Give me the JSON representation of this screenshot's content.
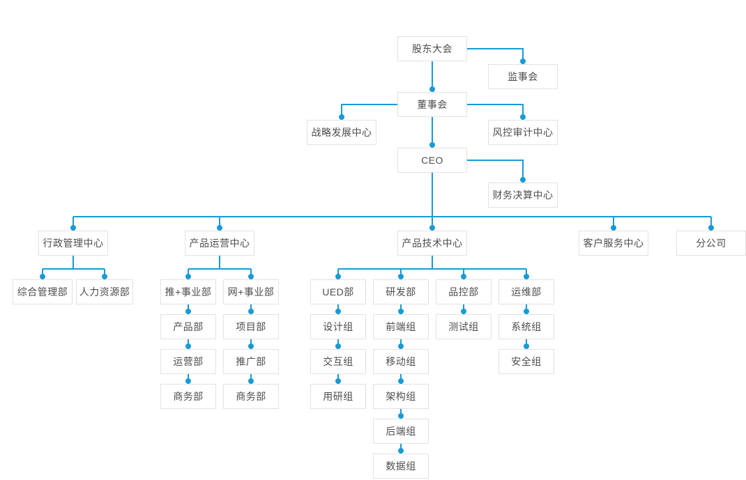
{
  "colors": {
    "line": "#189ad6",
    "node_border": "#e2e2e2",
    "node_bg": "#ffffff",
    "node_text": "#4d4d4d",
    "canvas_bg": "#ffffff"
  },
  "nodes": [
    {
      "id": "shareholders",
      "label": "股东大会"
    },
    {
      "id": "supervisory",
      "label": "监事会"
    },
    {
      "id": "board",
      "label": "董事会"
    },
    {
      "id": "strategy",
      "label": "战略发展中心"
    },
    {
      "id": "risk",
      "label": "风控审计中心"
    },
    {
      "id": "ceo",
      "label": "CEO"
    },
    {
      "id": "finance",
      "label": "财务决算中心"
    },
    {
      "id": "admin",
      "label": "行政管理中心"
    },
    {
      "id": "productops",
      "label": "产品运营中心"
    },
    {
      "id": "producttech",
      "label": "产品技术中心"
    },
    {
      "id": "customerservice",
      "label": "客户服务中心"
    },
    {
      "id": "branch",
      "label": "分公司"
    },
    {
      "id": "generalmgmt",
      "label": "综合管理部"
    },
    {
      "id": "hr",
      "label": "人力资源部"
    },
    {
      "id": "tuibu",
      "label": "推+事业部"
    },
    {
      "id": "wangbu",
      "label": "网+事业部"
    },
    {
      "id": "productdept",
      "label": "产品部"
    },
    {
      "id": "projectdept",
      "label": "项目部"
    },
    {
      "id": "operationdept",
      "label": "运营部"
    },
    {
      "id": "promotiondept",
      "label": "推广部"
    },
    {
      "id": "businessdept1",
      "label": "商务部"
    },
    {
      "id": "businessdept2",
      "label": "商务部"
    },
    {
      "id": "ued",
      "label": "UED部"
    },
    {
      "id": "rd",
      "label": "研发部"
    },
    {
      "id": "qc",
      "label": "品控部"
    },
    {
      "id": "opsdept",
      "label": "运维部"
    },
    {
      "id": "design",
      "label": "设计组"
    },
    {
      "id": "frontend",
      "label": "前端组"
    },
    {
      "id": "testing",
      "label": "测试组"
    },
    {
      "id": "system",
      "label": "系统组"
    },
    {
      "id": "interaction",
      "label": "交互组"
    },
    {
      "id": "mobile",
      "label": "移动组"
    },
    {
      "id": "security",
      "label": "安全组"
    },
    {
      "id": "userresearch",
      "label": "用研组"
    },
    {
      "id": "architecture",
      "label": "架构组"
    },
    {
      "id": "backend",
      "label": "后端组"
    },
    {
      "id": "data",
      "label": "数据组"
    }
  ],
  "edges": [
    {
      "from": "shareholders",
      "to": "supervisory",
      "type": "elbow-right"
    },
    {
      "from": "shareholders",
      "to": "board",
      "type": "straight"
    },
    {
      "from": "board",
      "to": "strategy",
      "type": "elbow-left"
    },
    {
      "from": "board",
      "to": "risk",
      "type": "elbow-right"
    },
    {
      "from": "board",
      "to": "ceo",
      "type": "straight"
    },
    {
      "from": "ceo",
      "to": "finance",
      "type": "elbow-right"
    },
    {
      "from": "ceo",
      "children": [
        "admin",
        "productops",
        "producttech",
        "customerservice",
        "branch"
      ],
      "type": "bus"
    },
    {
      "from": "admin",
      "children": [
        "generalmgmt",
        "hr"
      ],
      "type": "bus"
    },
    {
      "from": "productops",
      "children": [
        "tuibu",
        "wangbu"
      ],
      "type": "bus"
    },
    {
      "from": "producttech",
      "children": [
        "ued",
        "rd",
        "qc",
        "opsdept"
      ],
      "type": "bus"
    },
    {
      "from": "tuibu",
      "to": "productdept",
      "type": "straight"
    },
    {
      "from": "productdept",
      "to": "operationdept",
      "type": "straight"
    },
    {
      "from": "operationdept",
      "to": "businessdept1",
      "type": "straight"
    },
    {
      "from": "wangbu",
      "to": "projectdept",
      "type": "straight"
    },
    {
      "from": "projectdept",
      "to": "promotiondept",
      "type": "straight"
    },
    {
      "from": "promotiondept",
      "to": "businessdept2",
      "type": "straight"
    },
    {
      "from": "ued",
      "to": "design",
      "type": "straight"
    },
    {
      "from": "design",
      "to": "interaction",
      "type": "straight"
    },
    {
      "from": "interaction",
      "to": "userresearch",
      "type": "straight"
    },
    {
      "from": "rd",
      "to": "frontend",
      "type": "straight"
    },
    {
      "from": "frontend",
      "to": "mobile",
      "type": "straight"
    },
    {
      "from": "mobile",
      "to": "architecture",
      "type": "straight"
    },
    {
      "from": "architecture",
      "to": "backend",
      "type": "straight"
    },
    {
      "from": "backend",
      "to": "data",
      "type": "straight"
    },
    {
      "from": "qc",
      "to": "testing",
      "type": "straight"
    },
    {
      "from": "opsdept",
      "to": "system",
      "type": "straight"
    },
    {
      "from": "system",
      "to": "security",
      "type": "straight"
    }
  ]
}
